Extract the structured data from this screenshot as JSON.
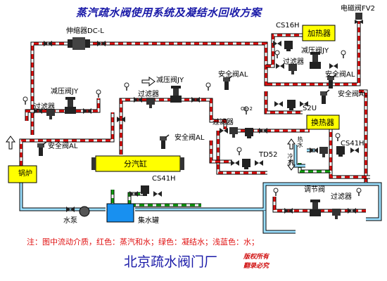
{
  "title": "蒸汽疏水阀使用系统及凝结水回收方案",
  "note": "注：图中流动介质，红色：蒸汽和水；绿色：凝结水；浅蓝色：水；",
  "company": "北京疏水阀门厂",
  "rights": [
    "版权所有",
    "翻录必究"
  ],
  "equipment": {
    "boiler": "锅炉",
    "header": "分汽缸",
    "heater": "加热器",
    "exchanger": "换热器",
    "collection_tank": "集水罐",
    "pump": "水泵"
  },
  "labels": {
    "expansion_joint": "伸缩器DC-L",
    "solenoid_valve": "电磁阀FV2",
    "cs16h": "CS16H",
    "prv_heater": "减压阀JY",
    "filter_heater": "过滤器",
    "safety_heater": "安全阀AL",
    "safety_exchanger_top": "安全阀AL",
    "trap_s2u": "S2U",
    "prv_left": "减压阀JY",
    "filter_left": "过滤器",
    "safety_boiler": "安全阀AL",
    "prv_mid": "减压阀JY",
    "filter_mid": "过滤器",
    "safety_mid": "安全阀AL",
    "safety_header": "安全阀AL",
    "oe2": "OE-2",
    "filter_exchanger": "过滤器",
    "cs41h_exchanger": "CS41H",
    "td52": "TD52",
    "cold_water": "冷水",
    "hot_water": "热水",
    "cs41h_tank": "CS41H",
    "control_valve": "调节阀",
    "filter_bottom": "过滤器"
  },
  "colors": {
    "steam": "#e01010",
    "condensate": "#10a010",
    "water": "#2090e0",
    "equipment_fill": "#ffff00",
    "tank_fill": "#1890f0",
    "title": "#1a1aa8"
  },
  "icons": [
    "valve-icon",
    "pressure-reducing-valve-icon",
    "safety-valve-icon",
    "filter-icon",
    "steam-trap-icon",
    "pump-icon",
    "flow-arrow-icon",
    "expansion-joint-icon"
  ]
}
